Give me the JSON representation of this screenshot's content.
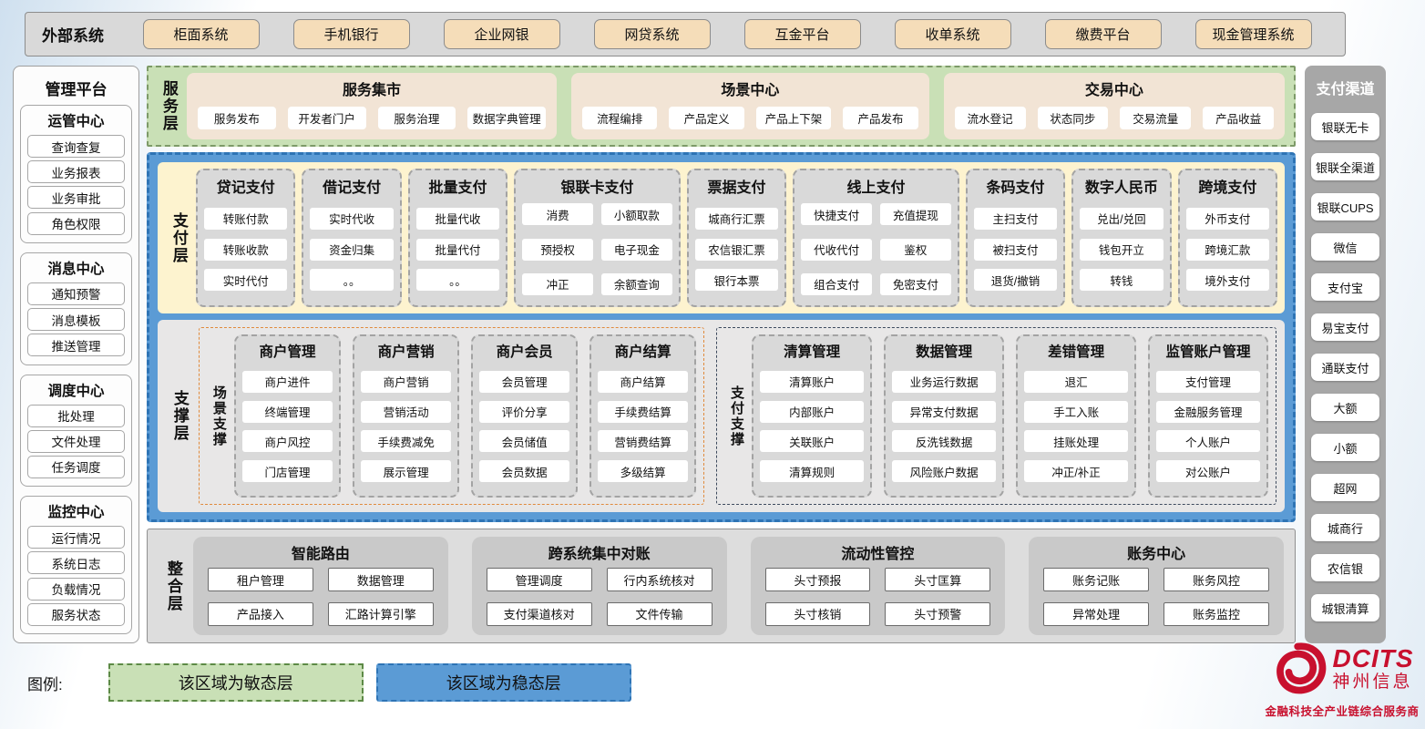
{
  "external": {
    "title": "外部系统",
    "items": [
      "柜面系统",
      "手机银行",
      "企业网银",
      "网贷系统",
      "互金平台",
      "收单系统",
      "缴费平台",
      "现金管理系统"
    ]
  },
  "management": {
    "title": "管理平台",
    "sections": [
      {
        "title": "运管中心",
        "items": [
          "查询查复",
          "业务报表",
          "业务审批",
          "角色权限"
        ]
      },
      {
        "title": "消息中心",
        "items": [
          "通知预警",
          "消息模板",
          "推送管理"
        ]
      },
      {
        "title": "调度中心",
        "items": [
          "批处理",
          "文件处理",
          "任务调度"
        ]
      },
      {
        "title": "监控中心",
        "items": [
          "运行情况",
          "系统日志",
          "负载情况",
          "服务状态"
        ]
      }
    ]
  },
  "service_layer": {
    "label": "服务层",
    "groups": [
      {
        "title": "服务集市",
        "items": [
          "服务发布",
          "开发者门户",
          "服务治理",
          "数据字典管理"
        ]
      },
      {
        "title": "场景中心",
        "items": [
          "流程编排",
          "产品定义",
          "产品上下架",
          "产品发布"
        ]
      },
      {
        "title": "交易中心",
        "items": [
          "流水登记",
          "状态同步",
          "交易流量",
          "产品收益"
        ]
      }
    ]
  },
  "payment_layer": {
    "label": "支付层",
    "columns": [
      {
        "title": "贷记支付",
        "cols": 1,
        "items": [
          "转账付款",
          "转账收款",
          "实时代付"
        ]
      },
      {
        "title": "借记支付",
        "cols": 1,
        "items": [
          "实时代收",
          "资金归集",
          "。。"
        ]
      },
      {
        "title": "批量支付",
        "cols": 1,
        "items": [
          "批量代收",
          "批量代付",
          "。。"
        ]
      },
      {
        "title": "银联卡支付",
        "cols": 2,
        "items": [
          "消费",
          "小额取款",
          "预授权",
          "电子现金",
          "冲正",
          "余额查询"
        ]
      },
      {
        "title": "票据支付",
        "cols": 1,
        "items": [
          "城商行汇票",
          "农信银汇票",
          "银行本票"
        ]
      },
      {
        "title": "线上支付",
        "cols": 2,
        "items": [
          "快捷支付",
          "充值提现",
          "代收代付",
          "鉴权",
          "组合支付",
          "免密支付"
        ]
      },
      {
        "title": "条码支付",
        "cols": 1,
        "items": [
          "主扫支付",
          "被扫支付",
          "退货/撤销"
        ]
      },
      {
        "title": "数字人民币",
        "cols": 1,
        "items": [
          "兑出/兑回",
          "钱包开立",
          "转钱"
        ]
      },
      {
        "title": "跨境支付",
        "cols": 1,
        "items": [
          "外币支付",
          "跨境汇款",
          "境外支付"
        ]
      }
    ]
  },
  "support_layer": {
    "label": "支撑层",
    "sections": [
      {
        "label": "场景支撑",
        "groups": [
          {
            "title": "商户管理",
            "items": [
              "商户进件",
              "终端管理",
              "商户风控",
              "门店管理"
            ]
          },
          {
            "title": "商户营销",
            "items": [
              "商户营销",
              "营销活动",
              "手续费减免",
              "展示管理"
            ]
          },
          {
            "title": "商户会员",
            "items": [
              "会员管理",
              "评价分享",
              "会员储值",
              "会员数据"
            ]
          },
          {
            "title": "商户结算",
            "items": [
              "商户结算",
              "手续费结算",
              "营销费结算",
              "多级结算"
            ]
          }
        ]
      },
      {
        "label": "支付支撑",
        "groups": [
          {
            "title": "清算管理",
            "items": [
              "清算账户",
              "内部账户",
              "关联账户",
              "清算规则"
            ]
          },
          {
            "title": "数据管理",
            "items": [
              "业务运行数据",
              "异常支付数据",
              "反洗钱数据",
              "风险账户数据"
            ]
          },
          {
            "title": "差错管理",
            "items": [
              "退汇",
              "手工入账",
              "挂账处理",
              "冲正/补正"
            ]
          },
          {
            "title": "监管账户管理",
            "items": [
              "支付管理",
              "金融服务管理",
              "个人账户",
              "对公账户"
            ]
          }
        ]
      }
    ]
  },
  "integration_layer": {
    "label": "整合层",
    "groups": [
      {
        "title": "智能路由",
        "items": [
          "租户管理",
          "数据管理",
          "产品接入",
          "汇路计算引擎"
        ]
      },
      {
        "title": "跨系统集中对账",
        "items": [
          "管理调度",
          "行内系统核对",
          "支付渠道核对",
          "文件传输"
        ]
      },
      {
        "title": "流动性管控",
        "items": [
          "头寸预报",
          "头寸匡算",
          "头寸核销",
          "头寸预警"
        ]
      },
      {
        "title": "账务中心",
        "items": [
          "账务记账",
          "账务风控",
          "异常处理",
          "账务监控"
        ]
      }
    ]
  },
  "channels": {
    "title": "支付渠道",
    "items": [
      "银联无卡",
      "银联全渠道",
      "银联CUPS",
      "微信",
      "支付宝",
      "易宝支付",
      "通联支付",
      "大额",
      "小额",
      "超网",
      "城商行",
      "农信银",
      "城银清算"
    ]
  },
  "legend": {
    "label": "图例:",
    "agile": "该区域为敏态层",
    "stable": "该区域为稳态层"
  },
  "logo": {
    "brand": "DCITS",
    "name": "神州信息",
    "tagline": "金融科技全产业链综合服务商"
  },
  "colors": {
    "agile_green": "#c9e0b6",
    "stable_blue": "#5b9bd5",
    "stable_border": "#2e74b5",
    "external_button_tan": "#f5ddb9",
    "service_group_linen": "#f2e4d5",
    "payment_yellow": "#fdf3cf",
    "column_gray": "#d9d9d9",
    "scene_support_orange": "#e08a3c",
    "payment_support_navy": "#3d4a5d",
    "brand_red": "#c8102e"
  }
}
